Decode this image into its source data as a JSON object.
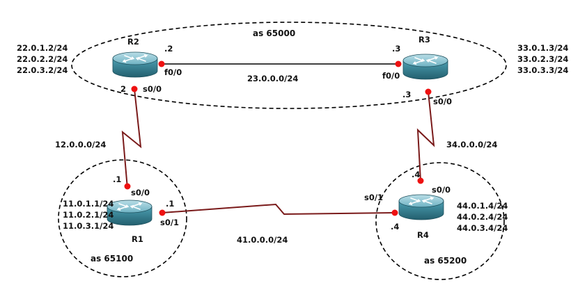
{
  "autonomous_systems": {
    "as65000": "as 65000",
    "as65100": "as 65100",
    "as65200": "as 65200"
  },
  "routers": {
    "r1": {
      "name": "R1",
      "loopbacks": [
        "11.0.1.1/24",
        "11.0.2.1/24",
        "11.0.3.1/24"
      ]
    },
    "r2": {
      "name": "R2",
      "loopbacks": [
        "22.0.1.2/24",
        "22.0.2.2/24",
        "22.0.3.2/24"
      ]
    },
    "r3": {
      "name": "R3",
      "loopbacks": [
        "33.0.1.3/24",
        "33.0.2.3/24",
        "33.0.3.3/24"
      ]
    },
    "r4": {
      "name": "R4",
      "loopbacks": [
        "44.0.1.4/24",
        "44.0.2.4/24",
        "44.0.3.4/24"
      ]
    }
  },
  "links": {
    "r2_r3": {
      "network": "23.0.0.0/24",
      "r2_if": "f0/0",
      "r2_host": ".2",
      "r3_if": "f0/0",
      "r3_host": ".3"
    },
    "r1_r2": {
      "network": "12.0.0.0/24",
      "r2_if": "s0/0",
      "r2_host": "2",
      "r1_if": "s0/0",
      "r1_host": ".1"
    },
    "r3_r4": {
      "network": "34.0.0.0/24",
      "r3_if": "s0/0",
      "r3_host": ".3",
      "r4_if": "s0/0",
      "r4_host": ".4"
    },
    "r1_r4": {
      "network": "41.0.0.0/24",
      "r1_if": "s0/1",
      "r1_host": ".1",
      "r4_if": "s0/1",
      "r4_host": ".4"
    }
  },
  "colors": {
    "serial_link": "#7a1a1a",
    "ethernet_link": "#000000",
    "interface_dot": "#ee1111",
    "router_body": "#3a8fa0"
  },
  "icons": {
    "router": "router-icon"
  }
}
